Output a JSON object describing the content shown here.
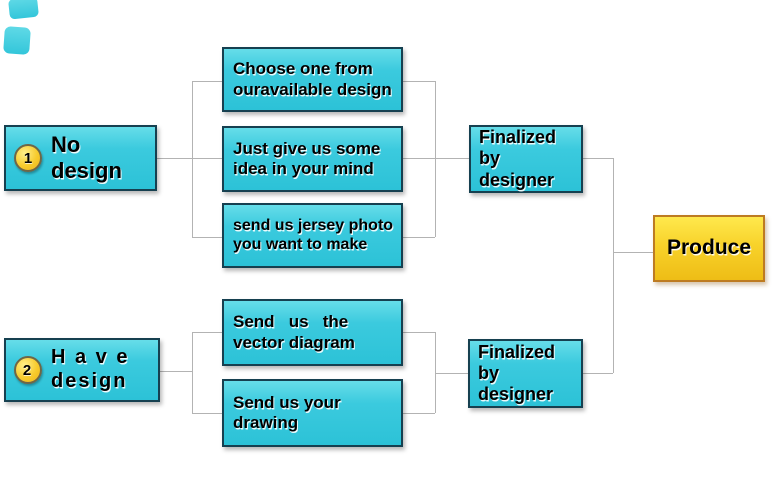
{
  "diagram": {
    "background": "#ffffff",
    "connector_color": "#b3b3b3",
    "node_fill_top": "#66dde9",
    "node_fill_bottom": "#2cc2d7",
    "node_border": "#164050",
    "badge_fill": "#f7cb2d",
    "badge_border": "#6e6747",
    "produce_fill": "#f8d22a",
    "produce_border": "#bd7b22",
    "starts": [
      {
        "badge": "1",
        "label": "No design"
      },
      {
        "badge": "2",
        "label": "H a v e\ndesign"
      }
    ],
    "options": [
      {
        "label": "Choose one from\nouravailable design"
      },
      {
        "label": "Just give us some\nidea in your mind"
      },
      {
        "label": "send us jersey photo\nyou want to make"
      },
      {
        "label": "Send   us   the\nvector diagram"
      },
      {
        "label": "Send us your\ndrawing"
      }
    ],
    "finalize": [
      {
        "label": "Finalized by\ndesigner"
      },
      {
        "label": "Finalized by\ndesigner"
      }
    ],
    "end": {
      "label": "Produce"
    }
  }
}
